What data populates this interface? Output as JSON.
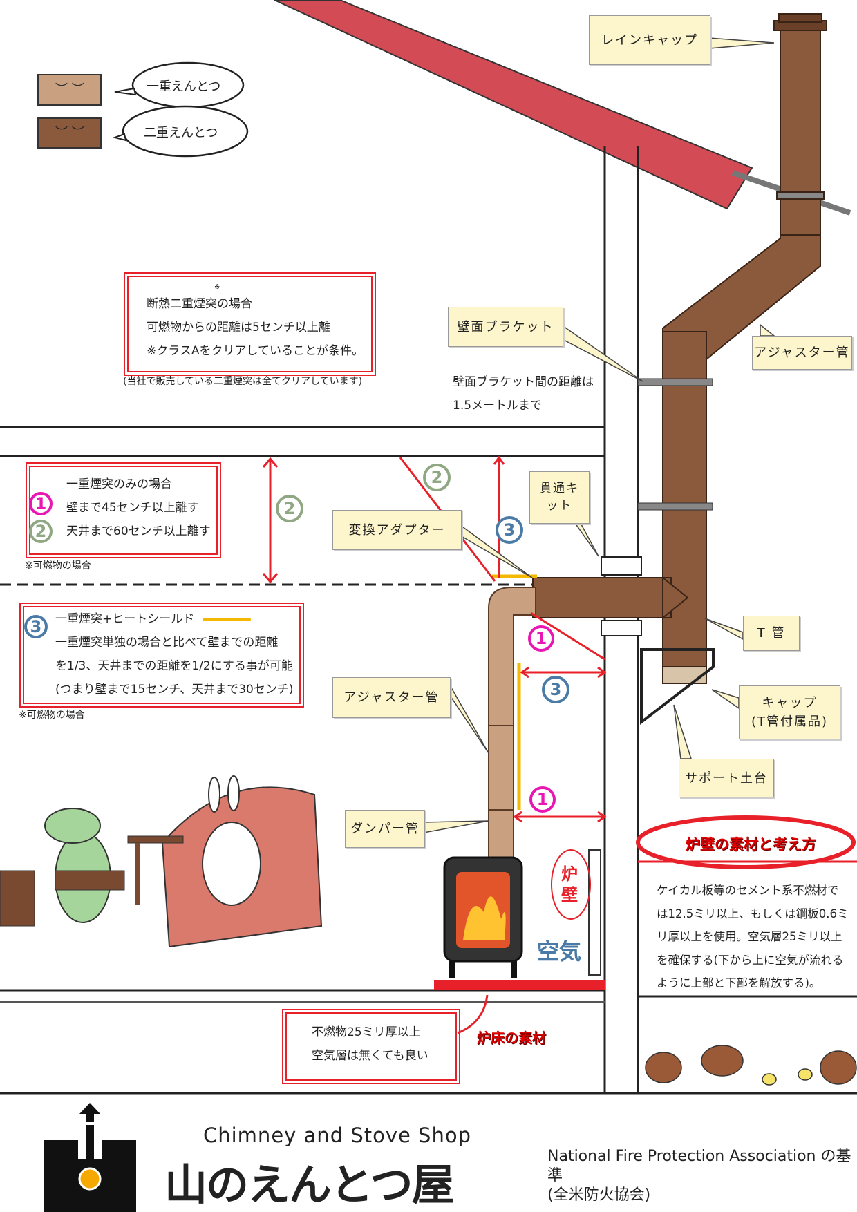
{
  "legend": {
    "single_label": "一重えんとつ",
    "double_label": "二重えんとつ",
    "single_color": "#c9a080",
    "double_color": "#8b5a3c"
  },
  "labels": {
    "rain_cap": "レインキャップ",
    "wall_bracket": "壁面ブラケット",
    "adjuster_upper": "アジャスター管",
    "through_kit": "貫通キット",
    "adapter": "変換アダプター",
    "t_pipe": "T 管",
    "cap_line1": "キャップ",
    "cap_line2": "(T管付属品)",
    "adjuster_lower": "アジャスター管",
    "support_base": "サポート土台",
    "damper": "ダンパー管"
  },
  "bracket_note": {
    "line1": "壁面ブラケット間の距離は",
    "line2": "1.5メートルまで"
  },
  "insulated_box": {
    "line1": "断熱二重煙突の場合",
    "line2": "可燃物からの距離は5センチ以上離",
    "line3": "※クラスAをクリアしていることが条件。",
    "footnote": "(当社で販売している二重煙突は全てクリアしています)",
    "mark": "※"
  },
  "single_box": {
    "title": "一重煙突のみの場合",
    "item1_num": "1",
    "item1": "壁まで45センチ以上離す",
    "item2_num": "2",
    "item2": "天井まで60センチ以上離す",
    "footnote": "※可燃物の場合",
    "mark": "※"
  },
  "shield_box": {
    "num": "3",
    "line1": "一重煙突+ヒートシールド",
    "line2": "一重煙突単独の場合と比べて壁までの距離",
    "line3": "を1/3、天井までの距離を1/2にする事が可能",
    "line4": "(つまり壁まで15センチ、天井まで30センチ)",
    "footnote": "※可燃物の場合",
    "mark": "※"
  },
  "markers": {
    "one": "1",
    "two": "2",
    "three": "3"
  },
  "hearth_wall": {
    "label": "炉壁",
    "air": "空気",
    "title": "炉壁の素材と考え方",
    "lines": [
      "ケイカル板等のセメント系不燃材で",
      "は12.5ミリ以上、もしくは鋼板0.6ミ",
      "リ厚以上を使用。空気層25ミリ以上",
      "を確保する(下から上に空気が流れる",
      "ように上部と下部を解放する)。"
    ]
  },
  "hearth_floor": {
    "line1": "不燃物25ミリ厚以上",
    "line2": "空気層は無くても良い",
    "title": "炉床の素材"
  },
  "footer": {
    "shop_en": "Chimney and Stove Shop",
    "shop_jp": "山のえんとつ屋",
    "standard": "National Fire Protection Association の基準",
    "standard_jp": "(全米防火協会)"
  },
  "colors": {
    "roof": "#d24b55",
    "double_pipe": "#8b5a3c",
    "single_pipe": "#c9a080",
    "alert_red": "#e8202a",
    "shield_yellow": "#f5b800",
    "tag_bg": "#fdf6cc"
  }
}
